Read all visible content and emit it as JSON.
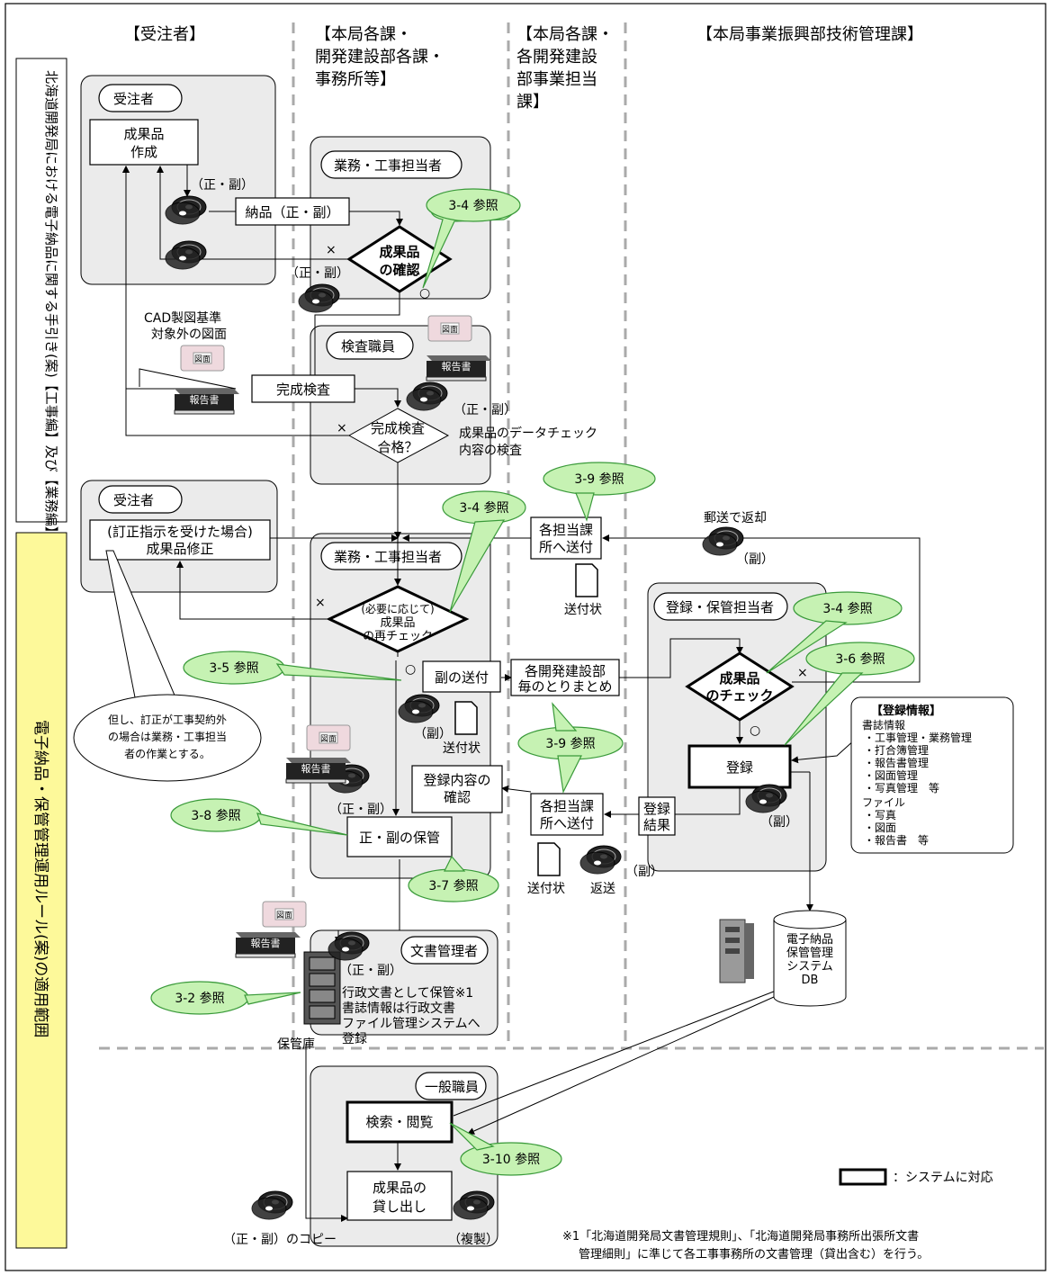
{
  "columns": {
    "contractor": "【受注者】",
    "dept_l1": "【本局各課・",
    "dept_l2": "開発建設部各課・",
    "dept_l3": "事務所等】",
    "biz_l1": "【本局各課・",
    "biz_l2": "各開発建設",
    "biz_l3": "部事業担当",
    "biz_l4": "課】",
    "tech": "【本局事業振興部技術管理課】"
  },
  "side_labels": {
    "upper": "北海道開発局における電子納品に関する手引き(案)【工事編】及び【業務編】に基づき実施",
    "lower": "電子納品・保管管理運用ルール(案)の適用範囲"
  },
  "areas": {
    "contractor": "受注者",
    "contractor2": "受注者",
    "staff1": "業務・工事担当者",
    "inspector": "検査職員",
    "staff2": "業務・工事担当者",
    "registrar": "登録・保管担当者",
    "docmgr": "文書管理者",
    "general": "一般職員"
  },
  "nodes": {
    "create_l1": "成果品",
    "create_l2": "作成",
    "deliver": "納品（正・副）",
    "confirm_l1": "成果品",
    "confirm_l2": "の確認",
    "inspection": "完成検査",
    "passed_l1": "完成検査",
    "passed_l2": "合格？",
    "fix_l1": "(訂正指示を受けた場合)",
    "fix_l2": "成果品修正",
    "recheck_l1": "(必要に応じて)",
    "recheck_l2": "成果品",
    "recheck_l3": "の再チェック",
    "send_copy": "副の送付",
    "compile_l1": "各開発建設部",
    "compile_l2": "毎のとりまとめ",
    "send_each1_l1": "各担当課",
    "send_each1_l2": "所へ送付",
    "check_l1": "成果品",
    "check_l2": "のチェック",
    "register": "登録",
    "confirm_reg_l1": "登録内容の",
    "confirm_reg_l2": "確認",
    "send_each2_l1": "各担当課",
    "send_each2_l2": "所へ送付",
    "reg_result_l1": "登録",
    "reg_result_l2": "結果",
    "store": "正・副の保管",
    "search": "検索・閲覧",
    "lend_l1": "成果品の",
    "lend_l2": "貸し出し",
    "db_l1": "電子納品",
    "db_l2": "保管管理",
    "db_l3": "システム",
    "db_l4": "DB"
  },
  "labels": {
    "sei_fuku1": "（正・副）",
    "sei_fuku2": "（正・副）",
    "sei_fuku3": "（正・副）",
    "sei_fuku4": "（正・副）",
    "sei_fuku5": "（正・副）",
    "cad_l1": "CAD製図基準",
    "cad_l2": "対象外の図面",
    "datacheck_l1": "成果品のデータチェック",
    "datacheck_l2": "内容の検査",
    "mail_return": "郵送で返却",
    "fuku1": "（副）",
    "fuku2": "（副）",
    "fuku3": "（副）",
    "fuku4": "（副）",
    "cover1": "送付状",
    "cover2": "送付状",
    "cover3": "送付状",
    "returned": "返送",
    "storage": "保管庫",
    "docmgr_l1": "行政文書として保管※1",
    "docmgr_l2": "書誌情報は行政文書",
    "docmgr_l3": "ファイル管理システムへ",
    "docmgr_l4": "登録",
    "copy_label": "（正・副）のコピー",
    "duplicate": "（複製）",
    "x": "×",
    "o": "○",
    "zumen": "図面",
    "hokokusho": "報告書"
  },
  "callouts": {
    "c1": "3-4 参照",
    "c2": "3-9 参照",
    "c3": "3-4 参照",
    "c4": "3-4 参照",
    "c5": "3-5 参照",
    "c6": "3-6 参照",
    "c7": "3-9 参照",
    "c8": "3-8 参照",
    "c9": "3-7 参照",
    "c10": "3-2 参照",
    "c11": "3-10 参照"
  },
  "note_bubble": {
    "l1": "但し、訂正が工事契約外",
    "l2": "の場合は業務・工事担当",
    "l3": "者の作業とする。"
  },
  "reg_info": {
    "title": "【登録情報】",
    "l1": "書誌情報",
    "l2": "・工事管理・業務管理",
    "l3": "・打合簿管理",
    "l4": "・報告書管理",
    "l5": "・図面管理",
    "l6": "・写真管理　等",
    "l7": "ファイル",
    "l8": "・写真",
    "l9": "・図面",
    "l10": "・報告書　等"
  },
  "legend": {
    "label": "：システムに対応"
  },
  "footnote": {
    "l1": "※1「北海道開発局文書管理規則」、「北海道開発局事務所出張所文書",
    "l2": "管理細則」に準じて各工事事務所の文書管理（貸出含む）を行う。"
  },
  "colors": {
    "area_fill": "#ebebeb",
    "callout": "#c6f2b3",
    "callout_stroke": "#3a9a3a",
    "side_yellow": "#fdf99a"
  }
}
